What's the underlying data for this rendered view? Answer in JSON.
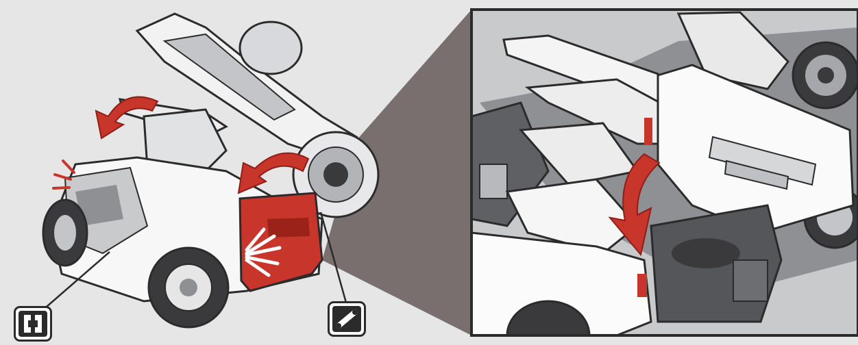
{
  "figure": {
    "colors": {
      "background": "#e6e6e7",
      "inset_background": "#c9cacc",
      "inset_frame": "#2b2b2b",
      "projection_wedge": "#7a6f6f",
      "accent_red": "#c8352b",
      "outline": "#2b2b2b",
      "part_white": "#ffffff",
      "part_shadow": "#b8b9bc"
    },
    "callouts": [
      {
        "id": "a",
        "icon": "connector-part-icon"
      },
      {
        "id": "b",
        "icon": "rotate-joint-part-icon"
      }
    ],
    "arrows": [
      {
        "color": "red",
        "meaning": "rotate-back"
      },
      {
        "color": "red",
        "meaning": "fold-down"
      },
      {
        "color": "red",
        "meaning": "fold-down-detail"
      }
    ]
  }
}
